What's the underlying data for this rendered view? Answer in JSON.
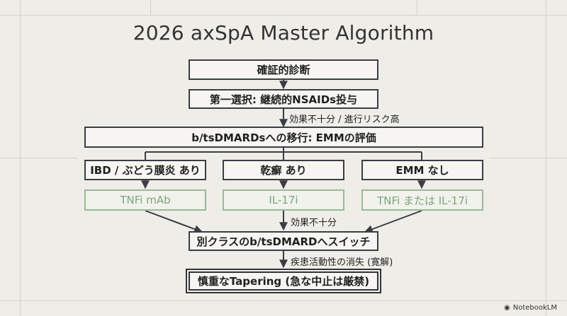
{
  "title": "2026 axSpA Master Algorithm",
  "nodes": {
    "diagnosis": "確証的診断",
    "first_line": "第一選択: 継続的NSAIDs投与",
    "transition": "b/tsDMARDsへの移行: EMMの評価",
    "branch_ibd": "IBD / ぶどう膜炎 あり",
    "branch_psoriasis": "乾癬 あり",
    "branch_none": "EMM なし",
    "drug_tnfi_mab": "TNFi mAb",
    "drug_il17i": "IL-17i",
    "drug_tnfi_or_il17i": "TNFi または IL-17i",
    "switch": "別クラスのb/tsDMARDへスイッチ",
    "tapering": "慎重なTapering (急な中止は厳禁)"
  },
  "edge_labels": {
    "insufficient_or_risk": "効果不十分 / 進行リスク高",
    "insufficient": "効果不十分",
    "remission": "疾患活動性の消失 (寛解)"
  },
  "logo": "NotebookLM",
  "colors": {
    "background": "#eeede8",
    "box_border": "#3a3d42",
    "green_border": "#9bb89b",
    "green_text": "#7fa37f"
  }
}
